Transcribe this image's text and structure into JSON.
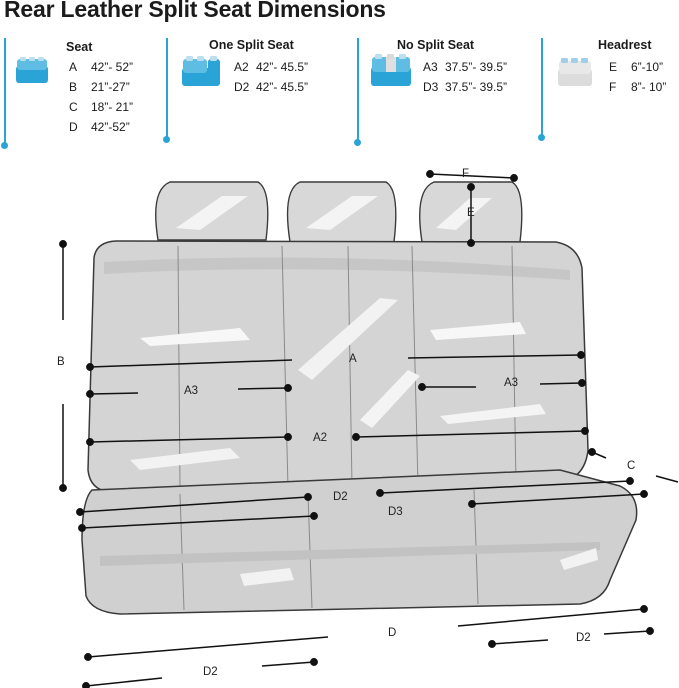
{
  "title": "Rear Leather Split  Seat Dimensions",
  "legend": {
    "seat": {
      "heading": "Seat",
      "rows": [
        {
          "code": "A",
          "value": "42”- 52”"
        },
        {
          "code": "B",
          "value": "21”-27”"
        },
        {
          "code": "C",
          "value": "18”- 21”"
        },
        {
          "code": "D",
          "value": "42”-52”"
        }
      ]
    },
    "one_split": {
      "heading": "One Split Seat",
      "rows": [
        {
          "code": "A2",
          "value": "42”- 45.5”"
        },
        {
          "code": "D2",
          "value": "42”- 45.5”"
        }
      ]
    },
    "no_split": {
      "heading": "No Split Seat",
      "rows": [
        {
          "code": "A3",
          "value": "37.5”- 39.5”"
        },
        {
          "code": "D3",
          "value": "37.5”- 39.5”"
        }
      ]
    },
    "headrest": {
      "heading": "Headrest",
      "rows": [
        {
          "code": "E",
          "value": "6”-10”"
        },
        {
          "code": "F",
          "value": "8”- 10”"
        }
      ]
    }
  },
  "diagram": {
    "labels": {
      "f": "F",
      "e": "E",
      "b": "B",
      "a": "A",
      "a3_left": "A3",
      "a3_right": "A3",
      "a2": "A2",
      "c": "C",
      "d2_top": "D2",
      "d3": "D3",
      "d": "D",
      "d2_right": "D2",
      "d2_bottom": "D2"
    }
  },
  "colors": {
    "accent": "#2aa3d6",
    "seat_gray": "#d6d6d6",
    "outline": "#3a3a3a"
  }
}
